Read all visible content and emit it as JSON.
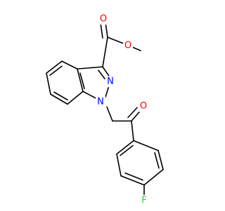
{
  "molecule": {
    "atoms": {
      "O_methoxy": {
        "label": "O",
        "color": "#ff0000"
      },
      "O_ester_carbonyl": {
        "label": "O",
        "color": "#ff0000"
      },
      "N2": {
        "label": "N",
        "color": "#0000ff"
      },
      "N1": {
        "label": "N",
        "color": "#0000ff"
      },
      "O_ketone": {
        "label": "O",
        "color": "#ff0000"
      },
      "F": {
        "label": "F",
        "color": "#33cc33"
      }
    },
    "bond_color": "#000000"
  }
}
